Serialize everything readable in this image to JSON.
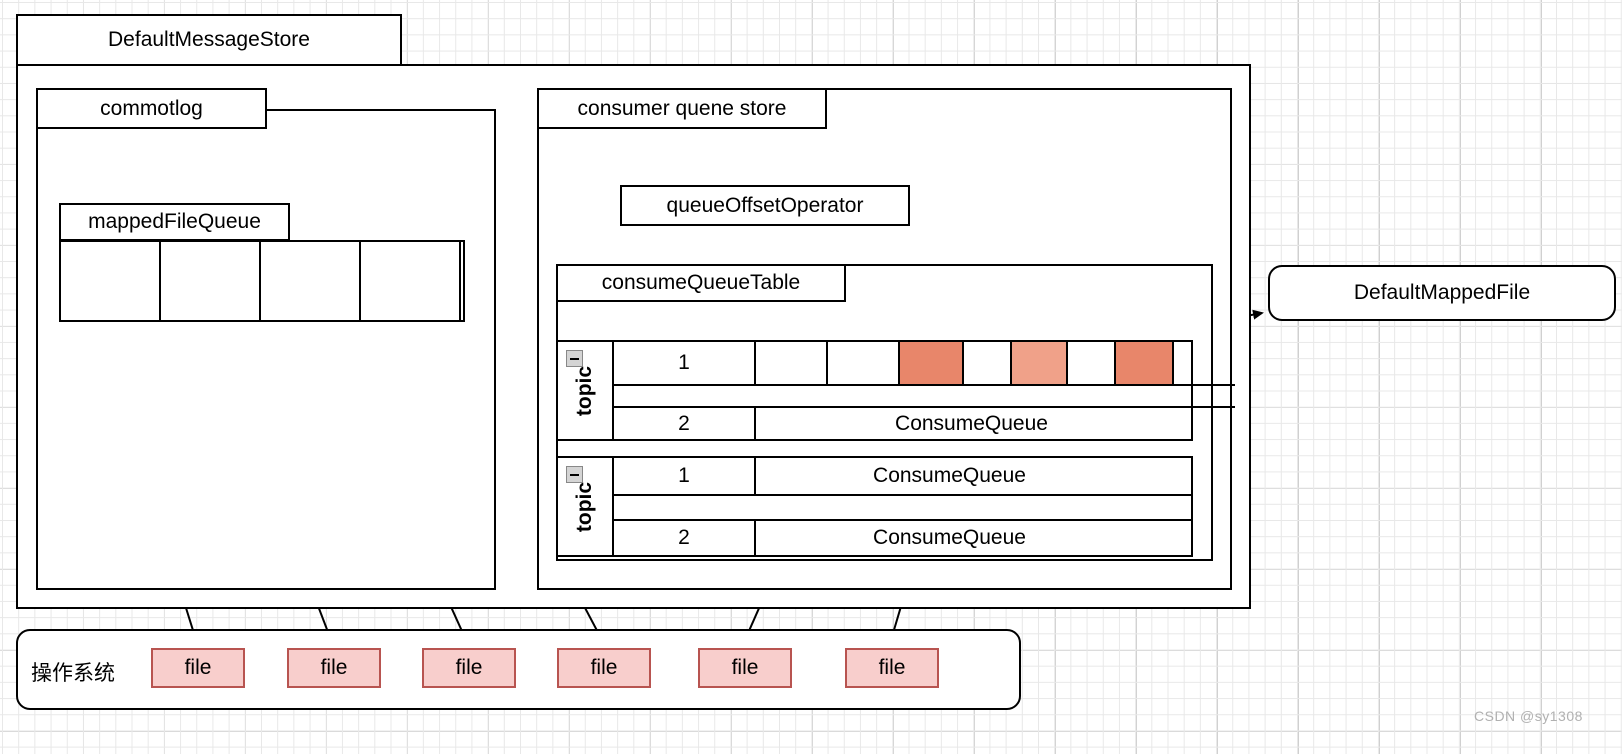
{
  "diagram": {
    "title": "DefaultMessageStore",
    "watermark": "CSDN @sy1308",
    "colors": {
      "stroke": "#000000",
      "file_fill": "#f8cecc",
      "file_stroke": "#b85450",
      "slot_dark": "#e8866a",
      "slot_light": "#f0a189",
      "grid_minor": "#e8e8e8",
      "grid_major": "#d0d0d0",
      "watermark": "#b0b0b0"
    },
    "outer": {
      "title": "DefaultMessageStore"
    },
    "commitlog": {
      "title": "commotlog",
      "mapped_file_queue": {
        "title": "mappedFileQueue",
        "cells": [
          "",
          "",
          "",
          ""
        ]
      }
    },
    "consumer_store": {
      "title": "consumer quene store",
      "queue_offset_operator": "queueOffsetOperator",
      "consume_queue_table": {
        "title": "consumeQueueTable",
        "topics": [
          {
            "label": "topic",
            "collapse_icon": "minus-box-icon",
            "rows": [
              {
                "index": "1",
                "kind": "slots",
                "slots": [
                  {
                    "fill": "none"
                  },
                  {
                    "fill": "none"
                  },
                  {
                    "fill": "dark"
                  },
                  {
                    "fill": "none"
                  },
                  {
                    "fill": "light"
                  },
                  {
                    "fill": "none"
                  },
                  {
                    "fill": "dark"
                  },
                  {
                    "fill": "none"
                  }
                ]
              },
              {
                "index": "2",
                "kind": "label",
                "text": "ConsumeQueue"
              }
            ]
          },
          {
            "label": "topic",
            "collapse_icon": "minus-box-icon",
            "rows": [
              {
                "index": "1",
                "kind": "label",
                "text": "ConsumeQueue"
              },
              {
                "index": "2",
                "kind": "label",
                "text": "ConsumeQueue"
              }
            ]
          }
        ]
      }
    },
    "default_mapped_file": {
      "label": "DefaultMappedFile"
    },
    "os": {
      "label": "操作系统",
      "files": [
        {
          "label": "file"
        },
        {
          "label": "file"
        },
        {
          "label": "file"
        },
        {
          "label": "file"
        },
        {
          "label": "file"
        },
        {
          "label": "file"
        }
      ]
    }
  }
}
